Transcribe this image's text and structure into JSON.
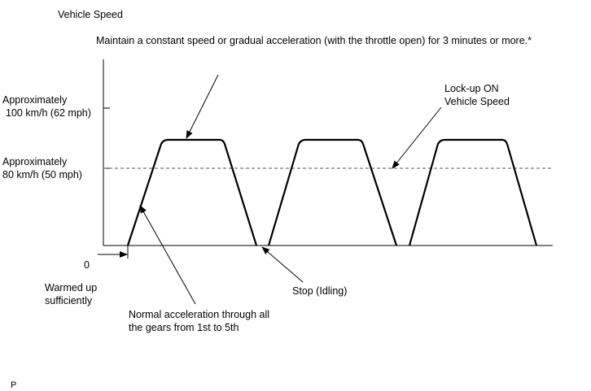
{
  "labels": {
    "y_axis_title": "Vehicle Speed",
    "top_note": "Maintain a constant speed or gradual acceleration (with the throttle open) for 3 minutes or more.*",
    "speed_100_line1": "Approximately",
    "speed_100_line2": "100 km/h (62 mph)",
    "speed_80_line1": "Approximately",
    "speed_80_line2": "80 km/h (50 mph)",
    "zero": "0",
    "lockup_line1": "Lock-up ON",
    "lockup_line2": "Vehicle Speed",
    "warmed_line1": "Warmed up",
    "warmed_line2": "sufficiently",
    "stop": "Stop (Idling)",
    "accel_line1": "Normal acceleration through all",
    "accel_line2": "the gears from 1st to 5th",
    "footer_code": "P"
  },
  "colors": {
    "line": "#000000",
    "dashed_reference": "#555555",
    "background": "#ffffff"
  }
}
